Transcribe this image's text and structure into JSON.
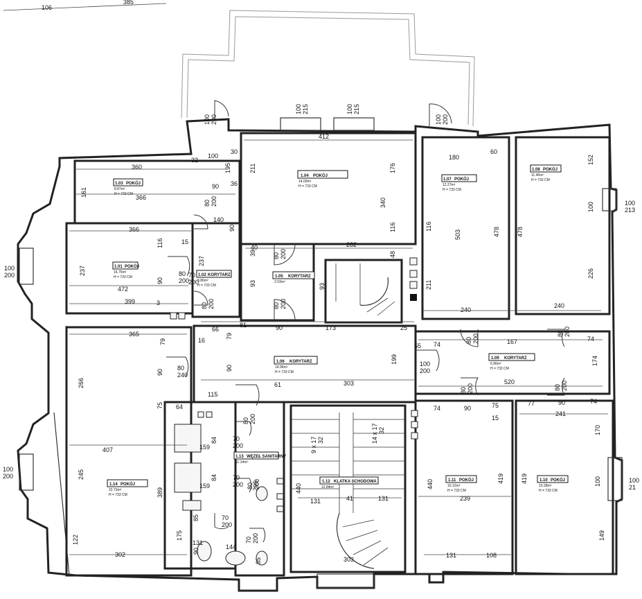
{
  "top_dims": {
    "d1": "106",
    "d2": "385"
  },
  "window_dims": {
    "w_top1": [
      "100",
      "215"
    ],
    "w_top2": [
      "100",
      "215"
    ],
    "w_top3": [
      "100",
      "200"
    ],
    "w_top4": [
      "100",
      "200"
    ],
    "w_right1": [
      "100",
      "213"
    ],
    "w_right2": [
      "100",
      "21"
    ],
    "w_left1": [
      "100",
      "200"
    ],
    "w_left2": [
      "100",
      "200"
    ]
  },
  "rooms": [
    {
      "id": "1.03",
      "name": "POKÓJ",
      "area": "8.87m²",
      "height": "H = 733 CM"
    },
    {
      "id": "1.04",
      "name": "POKÓJ",
      "area": "14.00m²",
      "height": "H = 733 CM"
    },
    {
      "id": "1.07",
      "name": "POKÓJ",
      "area": "12.27m²",
      "height": "H = 733 CM"
    },
    {
      "id": "1.08",
      "name": "POKÓJ",
      "area": "11.46m²",
      "height": "H = 733 CM"
    },
    {
      "id": "1.01",
      "name": "POKÓJ",
      "area": "16.75m²",
      "height": "H = 733 CM"
    },
    {
      "id": "1.02",
      "name": "KORYTARZ",
      "area": "3.86m²",
      "height": "H = 733 CM"
    },
    {
      "id": "1.05",
      "name": "KORYTARZ",
      "area": "2.03m²",
      "height": ""
    },
    {
      "id": "1.06",
      "name": "KORYTARZ",
      "area": "14.96m²",
      "height": "H = 733 CM"
    },
    {
      "id": "1.09",
      "name": "KORYTARZ",
      "area": "6.96m²",
      "height": "H = 733 CM"
    },
    {
      "id": "1.13",
      "name": "WĘZEŁ SANITARNY",
      "area": "11.14m²",
      "height": ""
    },
    {
      "id": "1.14",
      "name": "POKÓJ",
      "area": "22.73m²",
      "height": "H = 733 CM"
    },
    {
      "id": "1.12",
      "name": "KLATKA SCHODOWA",
      "area": "12.84m²",
      "height": ""
    },
    {
      "id": "1.11",
      "name": "POKÓJ",
      "area": "10.12m²",
      "height": "H = 733 CM"
    },
    {
      "id": "1.10",
      "name": "POKÓJ",
      "area": "10.28m²",
      "height": "H = 733 CM"
    }
  ],
  "dims": {
    "d412": "412",
    "d211": "211",
    "d176": "176",
    "d340": "340",
    "d116a": "116",
    "d282": "282",
    "d48": "48",
    "d360": "360",
    "d32": "32",
    "d100a": "100",
    "d30": "30",
    "d161": "161",
    "d195": "195",
    "d90a": "90",
    "d36": "36",
    "d366a": "366",
    "d366b": "366",
    "d140": "140",
    "d90b": "90",
    "d180": "180",
    "d60": "60",
    "d116b": "116",
    "d503": "503",
    "d478a": "478",
    "d478b": "478",
    "d152": "152",
    "d100b": "100",
    "d226": "226",
    "d240a": "240",
    "d240b": "240",
    "d211b": "211",
    "d237a": "237",
    "d116c": "116",
    "d15a": "15",
    "d237b": "237",
    "d472": "472",
    "d399": "399",
    "d3": "3",
    "d90c": "90",
    "d93a": "93",
    "d93b": "93",
    "d40": "40",
    "d39": "39",
    "d66": "66",
    "d81": "81",
    "d90d": "90",
    "d173": "173",
    "d25": "25",
    "d16": "16",
    "d79a": "79",
    "d79b": "79",
    "d365": "365",
    "d266": "266",
    "d90e": "90",
    "d75a": "75",
    "d64": "64",
    "d407": "407",
    "d245": "245",
    "d389": "389",
    "d122": "122",
    "d302": "302",
    "d199": "199",
    "d90f": "90",
    "d61": "61",
    "d303a": "303",
    "d115": "115",
    "d55": "55",
    "d74a": "74",
    "d167": "167",
    "d74b": "74",
    "d174": "174",
    "d520": "520",
    "d74c": "74",
    "d90g": "90",
    "d75b": "75",
    "d77": "77",
    "d90h": "90",
    "d74d": "74",
    "d15b": "15",
    "d241": "241",
    "d170": "170",
    "d440a": "440",
    "d419a": "419",
    "d239": "239",
    "d419b": "419",
    "d100c": "100",
    "d149": "149",
    "d131a": "131",
    "d108": "108",
    "d440b": "440",
    "d131b": "131",
    "d41": "41",
    "d131c": "131",
    "d303b": "303",
    "d295": "295",
    "d159a": "159",
    "d84a": "84",
    "d159b": "159",
    "d84b": "84",
    "d85": "85",
    "d175": "175",
    "d131d": "131",
    "d144": "144",
    "d85b": "85",
    "d90i": "90",
    "stair1": "9 x 17",
    "stair1b": "32",
    "stair2": "14 x 17",
    "stair2b": "32"
  },
  "door_dims": {
    "dr1": [
      "80",
      "200"
    ],
    "dr2": [
      "80",
      "200"
    ],
    "dr3": [
      "80",
      "200"
    ],
    "dr4": [
      "80",
      "200"
    ],
    "dr5": [
      "80",
      "200"
    ],
    "dr6": [
      "80",
      "200"
    ],
    "dr7": [
      "80",
      "240"
    ],
    "dr8": [
      "100",
      "200"
    ],
    "dr9": [
      "80",
      "200"
    ],
    "dr10": [
      "80",
      "200"
    ],
    "dr11": [
      "80",
      "200"
    ],
    "dr12": [
      "70",
      "200"
    ],
    "dr13": [
      "70",
      "200"
    ],
    "dr14": [
      "70",
      "200"
    ],
    "dr15": [
      "70",
      "200"
    ],
    "dr16": [
      "80",
      "200"
    ],
    "dr17": [
      "80",
      "200"
    ],
    "dr18": [
      "70",
      "200"
    ]
  }
}
